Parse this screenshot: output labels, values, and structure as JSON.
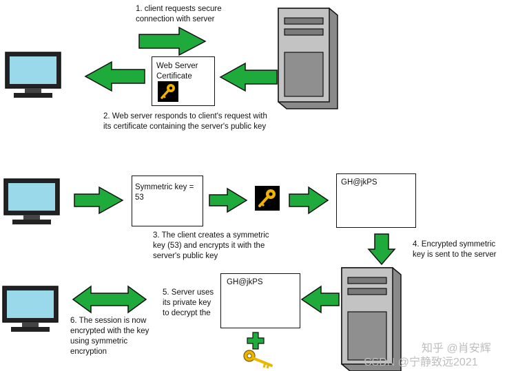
{
  "step1": {
    "text": "1. client requests secure\nconnection with server"
  },
  "certificate_box": {
    "label": "Web Server\nCertificate",
    "icon": "key-icon"
  },
  "step2": {
    "text": "2. Web server responds to client's request with\nits certificate containing the server's public key"
  },
  "symmetric_box": {
    "label": "Symmetric key =\n53"
  },
  "encrypted_box_top": {
    "label": "GH@jkPS"
  },
  "step3": {
    "text": "3. The client creates a symmetric\nkey (53) and encrypts it with the\nserver's public key"
  },
  "step4": {
    "text": "4. Encrypted symmetric\nkey is sent to the server"
  },
  "encrypted_box_bottom": {
    "label": "GH@jkPS"
  },
  "step5": {
    "text": "5. Server uses\nits private key\nto decrypt the"
  },
  "step6": {
    "text": "6. The session is now\nencrypted with the key\nusing symmetric\nencryption"
  },
  "watermark": {
    "line1": "知乎 @肖安辉",
    "line2": "CSDN @宁静致远2021"
  },
  "colors": {
    "arrow": "#1faa3c",
    "monitor_screen": "#99d9ea",
    "server_body": "#c3c3c3",
    "key": "#f0b400"
  }
}
